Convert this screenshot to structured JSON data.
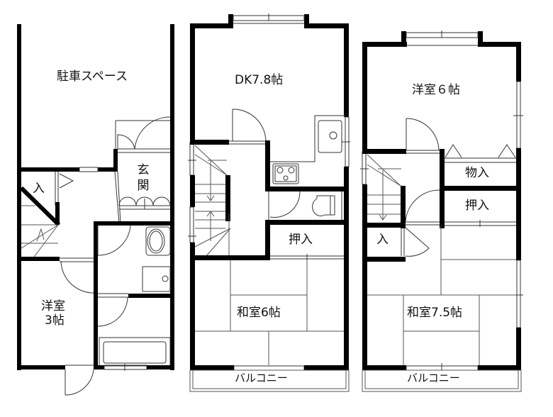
{
  "floors": [
    {
      "id": "1F",
      "rooms": {
        "parking": "駐車スペース",
        "entrance": "玄関",
        "storage": "入",
        "western_room": "洋室",
        "western_room_size": "3帖"
      }
    },
    {
      "id": "2F",
      "rooms": {
        "dk": "DK7.8帖",
        "closet": "押入",
        "japanese_room": "和室6帖",
        "balcony": "バルコニー"
      }
    },
    {
      "id": "3F",
      "rooms": {
        "western_room": "洋室６帖",
        "storage": "物入",
        "closet": "押入",
        "small_storage": "入",
        "japanese_room": "和室7.5帖",
        "balcony": "バルコニー"
      }
    }
  ],
  "colors": {
    "wall": "#000000",
    "line": "#333333",
    "background": "#ffffff"
  }
}
